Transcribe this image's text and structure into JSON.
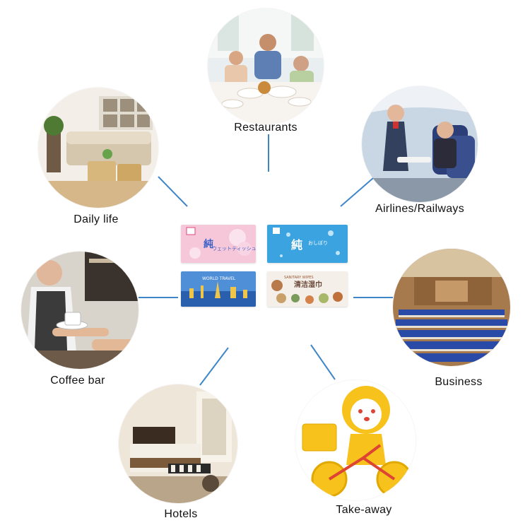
{
  "scenes": [
    {
      "key": "restaurants",
      "label": "Restaurants",
      "icon": "restaurant-photo"
    },
    {
      "key": "airlines",
      "label": "Airlines/Railways",
      "icon": "airplane-cabin-photo"
    },
    {
      "key": "business",
      "label": "Business",
      "icon": "conference-hall-photo"
    },
    {
      "key": "takeaway",
      "label": "Take-away",
      "icon": "delivery-mascot-illustration"
    },
    {
      "key": "hotels",
      "label": "Hotels",
      "icon": "hotel-room-photo"
    },
    {
      "key": "coffee",
      "label": "Coffee bar",
      "icon": "barista-photo"
    },
    {
      "key": "daily",
      "label": "Daily life",
      "icon": "living-room-photo"
    }
  ],
  "products": [
    {
      "key": "pink",
      "text": "ウェットティッシュ",
      "brand": "純",
      "color": "#f6c7d9"
    },
    {
      "key": "blue",
      "text": "おしぼり",
      "brand": "純",
      "color": "#3aa3e0"
    },
    {
      "key": "world",
      "text": "WORLD TRAVEL",
      "color": "#4f8fd8"
    },
    {
      "key": "sanitary",
      "text": "清洁湿巾",
      "sub": "SANITARY WIPES",
      "color": "#f4efe8"
    }
  ],
  "colors": {
    "connector": "#3f86c8",
    "label": "#111111"
  }
}
